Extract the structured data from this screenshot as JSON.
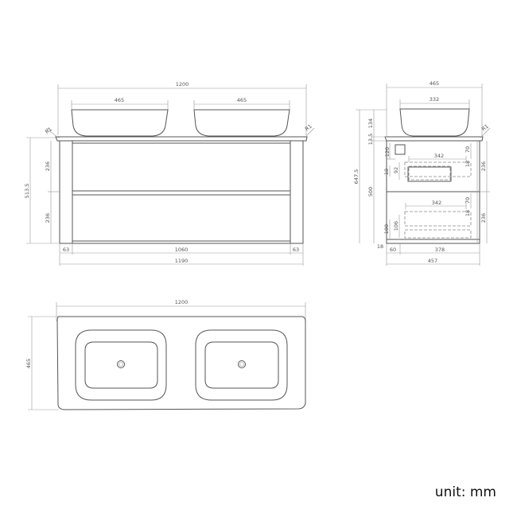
{
  "front_view": {
    "overall_width": "1200",
    "basin_left_width": "465",
    "basin_right_width": "465",
    "radius_left": "R1",
    "radius_right": "R1",
    "cabinet_height": "513.5",
    "drawer_top_height": "236",
    "drawer_bottom_height": "236",
    "side_left": "63",
    "drawer_width": "1060",
    "side_right": "63",
    "cabinet_width": "1190"
  },
  "side_view": {
    "depth": "465",
    "basin_depth": "332",
    "basin_height": "134",
    "top_thickness": "13.5",
    "radius": "R1",
    "overall_height": "647.5",
    "body_height": "500",
    "h_120": "120",
    "h_70_top": "70",
    "h_18_top": "18",
    "w_342_top": "342",
    "h_92": "92",
    "h_18_left": "18",
    "drawer_top_height": "236",
    "h_70_bottom": "70",
    "h_18_bottom": "18",
    "w_342_bottom": "342",
    "h_106": "106",
    "h_100": "100",
    "drawer_bottom_height": "236",
    "h_18_base": "18",
    "w_60": "60",
    "w_378": "378",
    "body_depth": "457"
  },
  "top_view": {
    "width": "1200",
    "depth": "465"
  },
  "footer": {
    "unit_label": "unit: mm"
  }
}
